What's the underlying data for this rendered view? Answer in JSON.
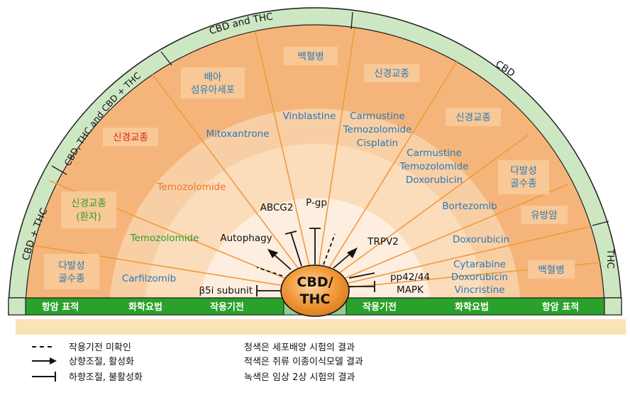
{
  "center": {
    "line1": "CBD/",
    "line2": "THC"
  },
  "outer_ring": {
    "cbd_and_thc": "CBD and THC",
    "cbd": "CBD",
    "cbd_thc_and_cbd_thc": "CBD, THC and CBD + THC",
    "cbd_plus_thc": "CBD + THC",
    "thc": "THC"
  },
  "cancer_types": {
    "multiple_myeloma_left": "다발성\n골수종",
    "glioma_patient": "신경교종\n(환자)",
    "glioma_red": "신경교종",
    "embryonic_fibroblast": "배아\n섬유아세포",
    "leukemia_top": "백혈병",
    "glioma_top": "신경교종",
    "glioma_right": "신경교종",
    "multiple_myeloma_right": "다발성\n골수종",
    "breast_cancer": "유방암",
    "leukemia_right": "백혈병"
  },
  "drugs": {
    "carfilzomib": "Carfilzomib",
    "temozolomide_green": "Temozolomide",
    "temozolomide_orange": "Temozolomide",
    "mitoxantrone": "Mitoxantrone",
    "vinblastine": "Vinblastine",
    "carmustine_group1": "Carmustine\nTemozolomide\nCisplatin",
    "carmustine_group2": "Carmustine\nTemozolomide\nDoxorubicin",
    "bortezomib": "Bortezomib",
    "doxorubicin": "Doxorubicin",
    "cytarabine_group": "Cytarabine\nDoxorubicin\nVincristine"
  },
  "mechanisms": {
    "b5i": "β5i subunit",
    "autophagy": "Autophagy",
    "abcg2": "ABCG2",
    "pgp": "P-gp",
    "trpv2": "TRPV2",
    "pp42": "pp42/44\nMAPK"
  },
  "bottom_bar": {
    "left_target": "항암 표적",
    "left_chemo": "화학요법",
    "left_mech": "작용기전",
    "right_mech": "작용기전",
    "right_chemo": "화학요법",
    "right_target": "항암 표적"
  },
  "legend": {
    "dashed": "작용기전 미확인",
    "arrow": "상향조절, 활성화",
    "tbar": "하향조절, 불활성화",
    "blue_note": "청색은 세포배양 시험의 결과",
    "red_note": "적색은 쥐류 이종이식모델 결과",
    "green_note": "녹색은 임상 2상 시험의 결과"
  },
  "colors": {
    "outer_ring": "#cde7c3",
    "outer_band": "#f5b57a",
    "middle_band": "#f8cfa5",
    "inner_band": "#fbe2c8",
    "core_band": "#fdf2e4",
    "green_bar": "#2aa12a",
    "tan_strip": "#f9e4b8",
    "label_box": "#f8c897",
    "center_fill": "#f3902a",
    "blue_text": "#2a78b8",
    "red_text": "#d9241b",
    "green_text": "#2f9e2c"
  }
}
